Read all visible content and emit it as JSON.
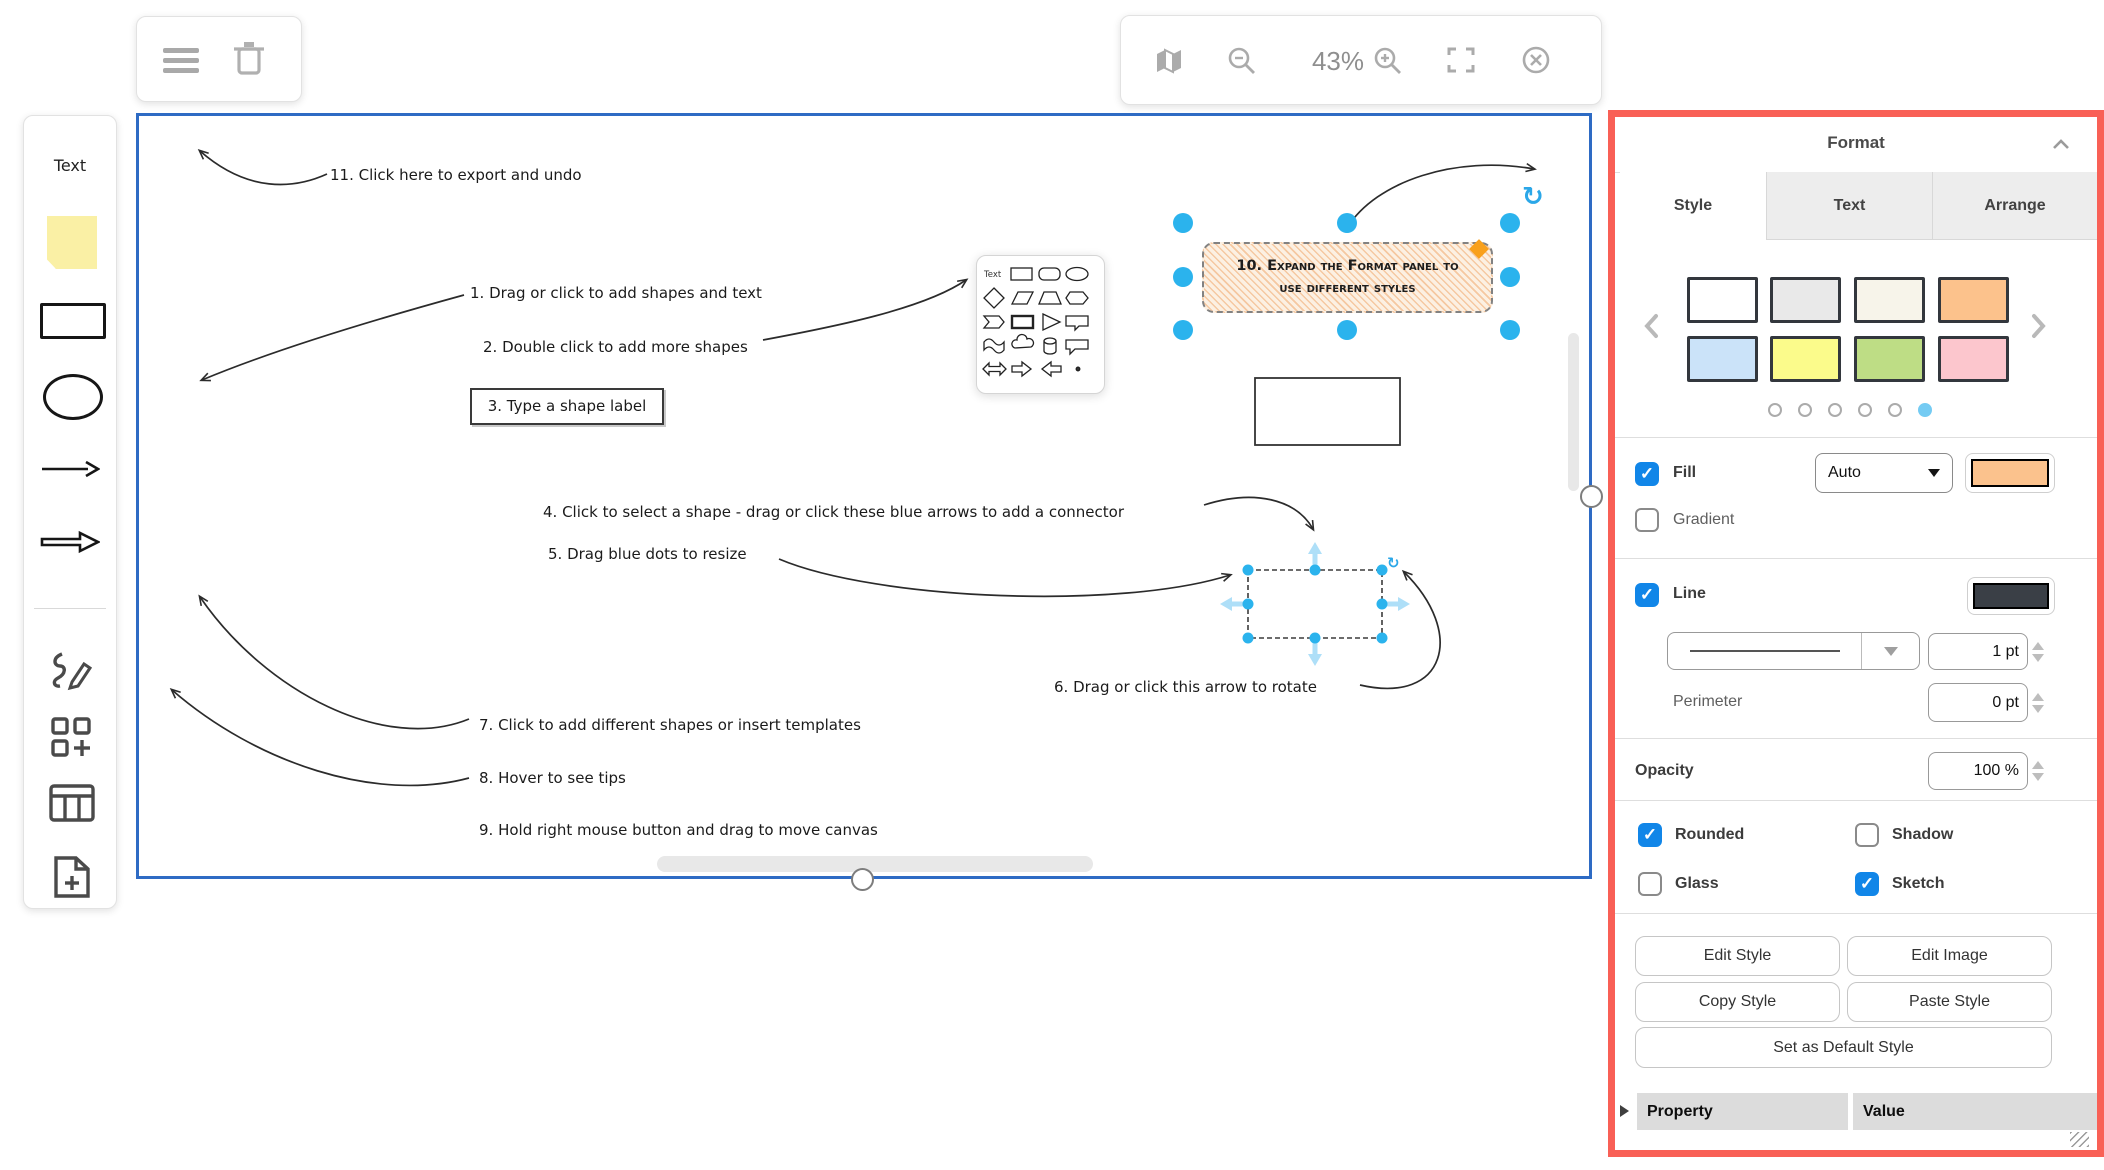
{
  "toolbars": {
    "left": {
      "buttons": [
        "menu",
        "delete"
      ]
    },
    "right": {
      "zoom_level": "43%",
      "buttons": [
        "minimap",
        "zoom-out",
        "zoom-in",
        "fullscreen",
        "exit"
      ]
    }
  },
  "sidebar": {
    "text_tool_label": "Text",
    "tools": [
      "text",
      "note",
      "rectangle",
      "ellipse",
      "arrow",
      "open-arrow",
      "freehand",
      "shapes",
      "table",
      "insert-template"
    ]
  },
  "canvas": {
    "tips": [
      {
        "text": "1. Drag or click to add shapes and text"
      },
      {
        "text": "2. Double click to add more shapes"
      },
      {
        "text": "3. Type a shape label"
      },
      {
        "text": "4. Click to select a shape - drag or click these blue arrows to add a connector"
      },
      {
        "text": "5. Drag blue dots to resize"
      },
      {
        "text": "6. Drag or click this arrow to rotate"
      },
      {
        "text": "7. Click to add different shapes or insert templates"
      },
      {
        "text": "8. Hover to see tips"
      },
      {
        "text": "9. Hold right mouse button and drag to move canvas"
      },
      {
        "text": "10. Expand the Format panel to use different styles"
      },
      {
        "text": "11. Click here to export and undo"
      }
    ],
    "shape_picker_text_label": "Text"
  },
  "format_panel": {
    "title": "Format",
    "tabs": [
      {
        "label": "Style",
        "active": true
      },
      {
        "label": "Text",
        "active": false
      },
      {
        "label": "Arrange",
        "active": false
      }
    ],
    "swatches": [
      "#FFFFFF",
      "#E9E9E9",
      "#F7F4EA",
      "#FCC28C",
      "#CBE3F9",
      "#FBFB8B",
      "#BEDD85",
      "#FCC6CD"
    ],
    "swatch_pages": {
      "count": 6,
      "active_index": 5
    },
    "fill": {
      "label": "Fill",
      "checked": true,
      "mode": "Auto",
      "color": "#FBC28D"
    },
    "gradient": {
      "label": "Gradient",
      "checked": false
    },
    "line": {
      "label": "Line",
      "checked": true,
      "color": "#3A3F46",
      "width": "1 pt"
    },
    "perimeter": {
      "label": "Perimeter",
      "value": "0 pt"
    },
    "opacity": {
      "label": "Opacity",
      "value": "100 %"
    },
    "toggles": [
      {
        "label": "Rounded",
        "checked": true
      },
      {
        "label": "Shadow",
        "checked": false
      },
      {
        "label": "Glass",
        "checked": false
      },
      {
        "label": "Sketch",
        "checked": true
      }
    ],
    "buttons": [
      "Edit Style",
      "Edit Image",
      "Copy Style",
      "Paste Style",
      "Set as Default Style"
    ],
    "property_table": {
      "col1": "Property",
      "col2": "Value"
    }
  }
}
